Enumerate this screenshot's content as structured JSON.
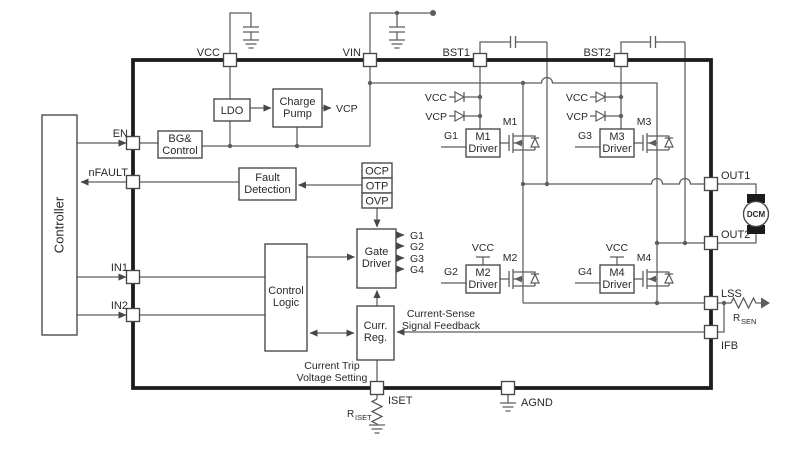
{
  "colors": {
    "wire": "#5d5d60",
    "outline": "#47474a",
    "border": "#1d1d1f",
    "text": "#29292b"
  },
  "controller": {
    "label": "Controller"
  },
  "ic": {
    "pins": {
      "vcc": "VCC",
      "vin": "VIN",
      "bst1": "BST1",
      "bst2": "BST2",
      "en": "EN",
      "nfault": "nFAULT",
      "in1": "IN1",
      "in2": "IN2",
      "out1": "OUT1",
      "out2": "OUT2",
      "lss": "LSS",
      "ifb": "IFB",
      "iset": "ISET",
      "agnd": "AGND"
    },
    "blocks": {
      "ldo": "LDO",
      "charge_pump": [
        "Charge",
        "Pump"
      ],
      "bg_control": [
        "BG&",
        "Control"
      ],
      "fault_detection": [
        "Fault",
        "Detection"
      ],
      "ocp": "OCP",
      "otp": "OTP",
      "ovp": "OVP",
      "gate_driver": [
        "Gate",
        "Driver"
      ],
      "control_logic": [
        "Control",
        "Logic"
      ],
      "curr_reg": [
        "Curr.",
        "Reg."
      ],
      "m1_driver": [
        "M1",
        "Driver"
      ],
      "m2_driver": [
        "M2",
        "Driver"
      ],
      "m3_driver": [
        "M3",
        "Driver"
      ],
      "m4_driver": [
        "M4",
        "Driver"
      ]
    },
    "signals": {
      "vcp": "VCP",
      "vcc": "VCC",
      "g1": "G1",
      "g2": "G2",
      "g3": "G3",
      "g4": "G4"
    },
    "mosfets": {
      "m1": "M1",
      "m2": "M2",
      "m3": "M3",
      "m4": "M4"
    },
    "notes": {
      "current_sense": [
        "Current-Sense",
        "Signal Feedback"
      ],
      "current_trip": [
        "Current Trip",
        "Voltage Setting"
      ]
    }
  },
  "external": {
    "motor": "DCM",
    "rsen": {
      "base": "R",
      "sub": "SEN"
    },
    "riset": {
      "base": "R",
      "sub": "ISET"
    }
  }
}
